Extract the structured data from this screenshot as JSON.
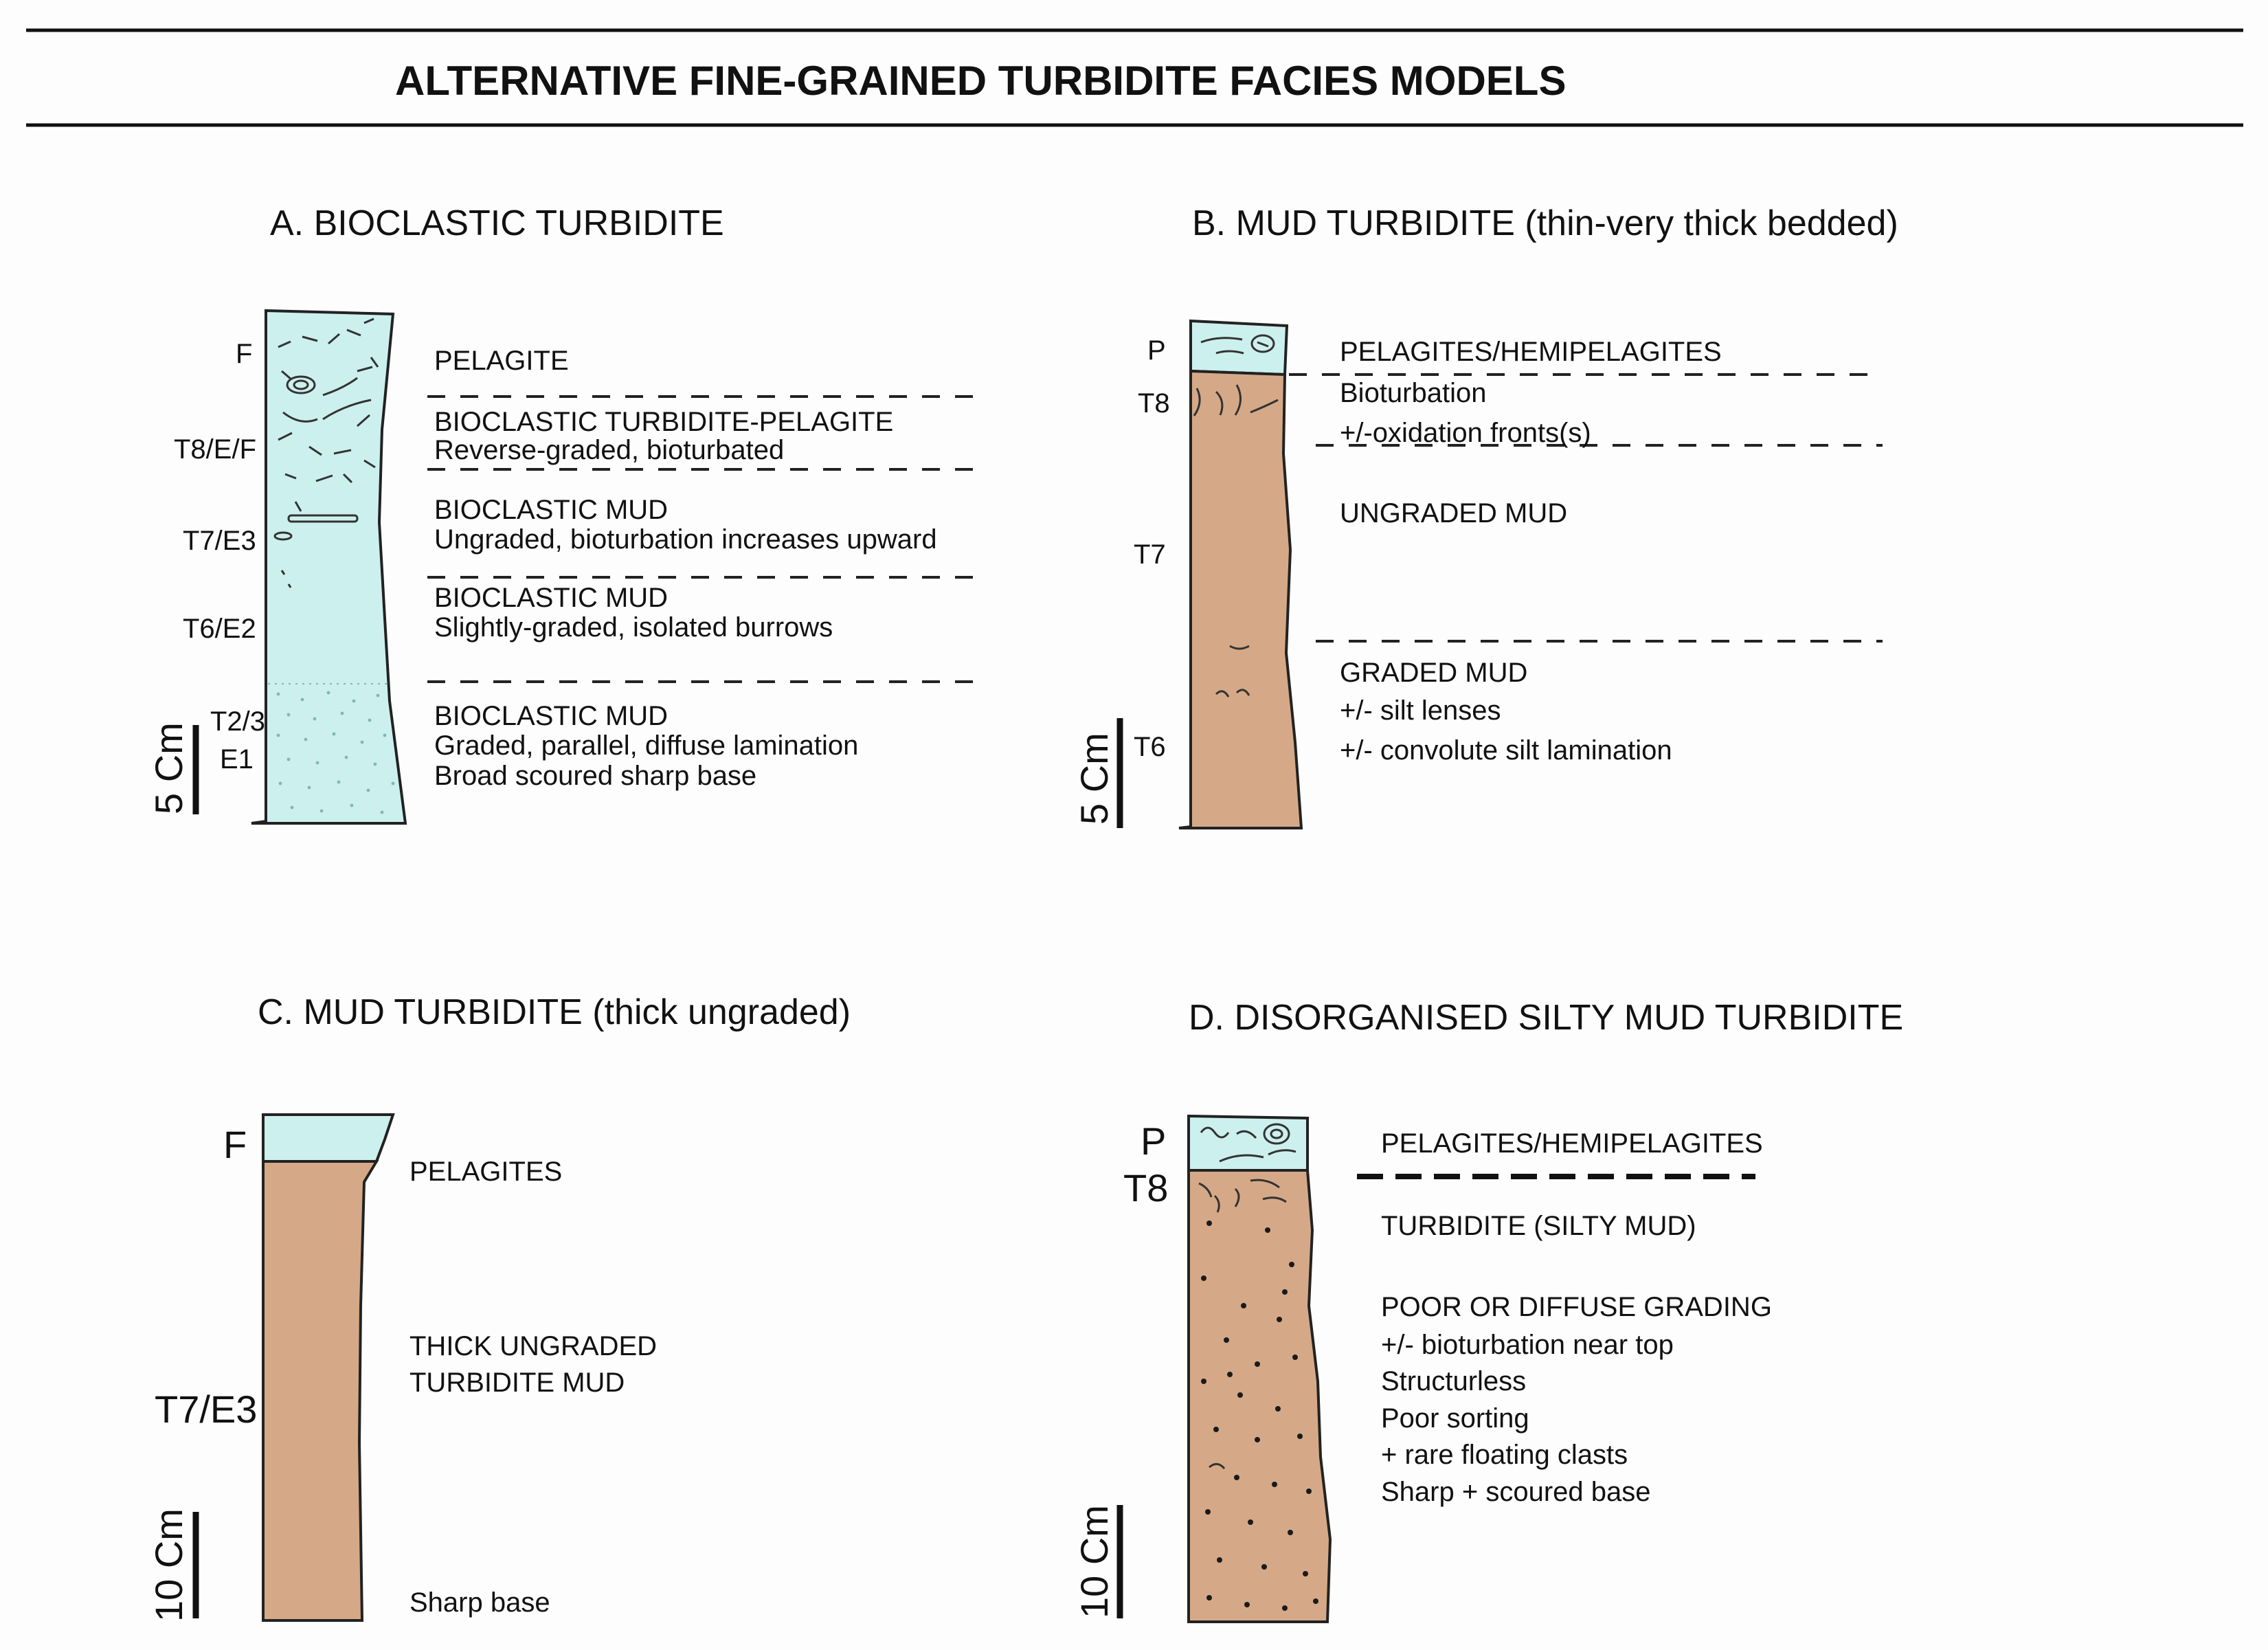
{
  "title": "ALTERNATIVE FINE-GRAINED TURBIDITE FACIES MODELS",
  "colors": {
    "pelagite": "#ccf0ee",
    "mud": "#d5a987",
    "outline": "#222222",
    "background": "#fdfdfd"
  },
  "panels": {
    "a": {
      "title": "A. BIOCLASTIC TURBIDITE",
      "units": [
        "F",
        "T8/E/F",
        "T7/E3",
        "T6/E2",
        "T2/3",
        "E1"
      ],
      "scale": "5 Cm",
      "descriptions": [
        "PELAGITE",
        "BIOCLASTIC TURBIDITE-PELAGITE",
        "Reverse-graded, bioturbated",
        "BIOCLASTIC MUD",
        "Ungraded, bioturbation increases upward",
        "BIOCLASTIC MUD",
        "Slightly-graded, isolated burrows",
        "BIOCLASTIC MUD",
        "Graded, parallel, diffuse lamination",
        "Broad scoured sharp base"
      ]
    },
    "b": {
      "title": "B. MUD TURBIDITE (thin-very thick bedded)",
      "units": [
        "P",
        "T8",
        "T7",
        "T6"
      ],
      "scale": "5 Cm",
      "descriptions": [
        "PELAGITES/HEMIPELAGITES",
        "Bioturbation",
        "+/-oxidation fronts(s)",
        "UNGRADED MUD",
        "GRADED MUD",
        "+/- silt lenses",
        "+/- convolute silt lamination"
      ]
    },
    "c": {
      "title": "C. MUD TURBIDITE (thick ungraded)",
      "units": [
        "F",
        "T7/E3"
      ],
      "scale": "10 Cm",
      "descriptions": [
        "PELAGITES",
        "THICK UNGRADED",
        "TURBIDITE MUD",
        "Sharp base"
      ]
    },
    "d": {
      "title": "D. DISORGANISED SILTY MUD TURBIDITE",
      "units": [
        "P",
        "T8"
      ],
      "scale": "10 Cm",
      "descriptions": [
        "PELAGITES/HEMIPELAGITES",
        "TURBIDITE (SILTY MUD)",
        "POOR OR DIFFUSE GRADING",
        "+/- bioturbation near top",
        "Structurless",
        "Poor sorting",
        "+ rare floating clasts",
        "Sharp + scoured base"
      ]
    }
  }
}
